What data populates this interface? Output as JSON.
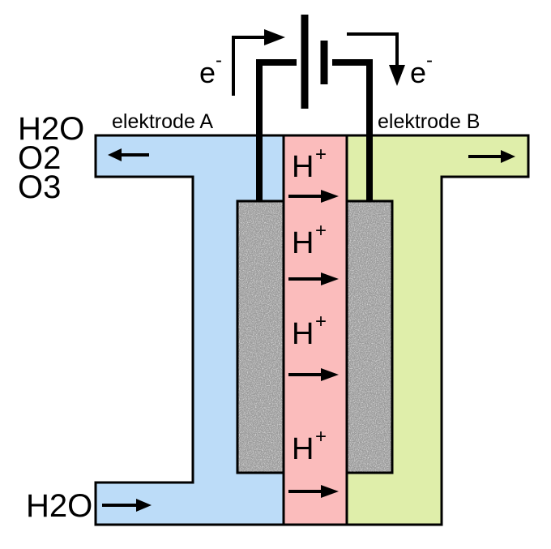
{
  "labels": {
    "electrode_a": "elektrode A",
    "electrode_b": "elektrode B",
    "electron": "e",
    "electron_charge": "-",
    "proton": "H",
    "proton_charge": "+",
    "inlet_water": "H2O",
    "outlet_water": "H2O",
    "outlet_oxygen": "O2",
    "outlet_ozone": "O3"
  },
  "protons": [
    {
      "symbol": "H",
      "charge": "+"
    },
    {
      "symbol": "H",
      "charge": "+"
    },
    {
      "symbol": "H",
      "charge": "+"
    },
    {
      "symbol": "H",
      "charge": "+"
    }
  ],
  "colors": {
    "anode_channel": "#bcdcf8",
    "cathode_channel": "#dfeeaa",
    "membrane": "#fbbcbc",
    "electrode_base": "#9a9a9a",
    "outline": "#000000"
  }
}
